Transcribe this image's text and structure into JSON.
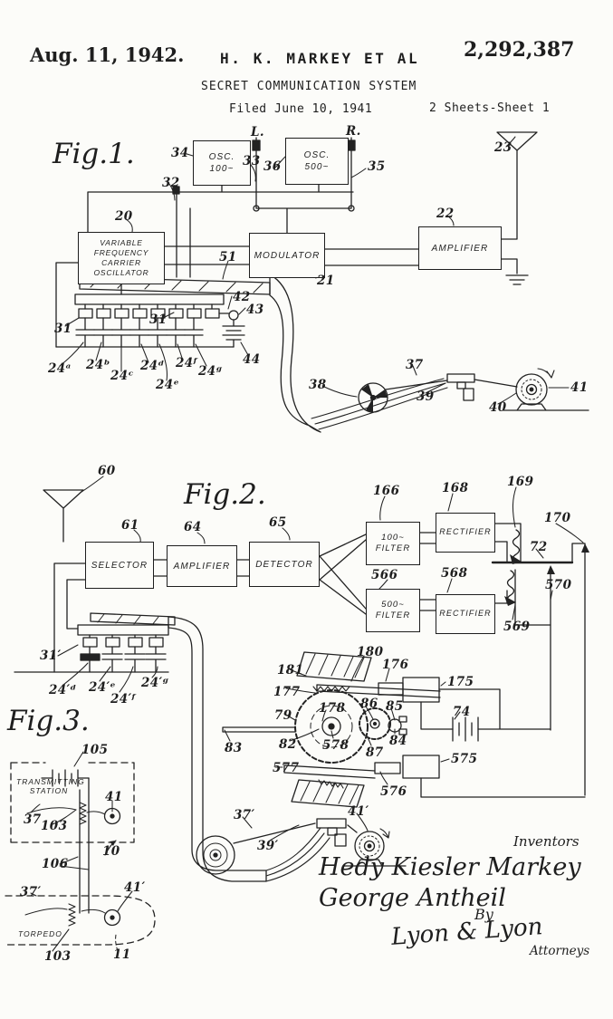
{
  "header": {
    "date": "Aug. 11, 1942.",
    "author": "H. K. MARKEY ET AL",
    "patent_number": "2,292,387",
    "title": "SECRET COMMUNICATION SYSTEM",
    "filed": "Filed June 10, 1941",
    "sheet": "2 Sheets-Sheet 1"
  },
  "fig1": {
    "caption": "Fig.1.",
    "switch_left": "L.",
    "switch_right": "R.",
    "boxes": {
      "osc100": "OSC.\n100~",
      "osc500": "OSC.\n500~",
      "vfco": "VARIABLE\nFREQUENCY\nCARRIER\nOSCILLATOR",
      "modulator": "MODULATOR",
      "amplifier": "AMPLIFIER"
    },
    "ref": {
      "20": "20",
      "21": "21",
      "22": "22",
      "23": "23",
      "31": "31",
      "31b": "31",
      "32": "32",
      "33": "33",
      "34": "34",
      "35": "35",
      "36": "36",
      "37": "37",
      "38": "38",
      "39": "39",
      "40": "40",
      "41": "41",
      "42": "42",
      "43": "43",
      "44": "44",
      "51": "51",
      "24a": "24ᵃ",
      "24b": "24ᵇ",
      "24c": "24ᶜ",
      "24d": "24ᵈ",
      "24e": "24ᵉ",
      "24f": "24ᶠ",
      "24g": "24ᵍ"
    }
  },
  "fig2": {
    "caption": "Fig.2.",
    "boxes": {
      "selector": "SELECTOR",
      "amplifier": "AMPLIFIER",
      "detector": "DETECTOR",
      "filter100": "100~\nFILTER",
      "rectifier1": "RECTIFIER",
      "filter500": "500~\nFILTER",
      "rectifier2": "RECTIFIER"
    },
    "ref": {
      "60": "60",
      "61": "61",
      "64": "64",
      "65": "65",
      "72": "72",
      "74": "74",
      "79": "79",
      "82": "82",
      "83": "83",
      "84": "84",
      "85": "85",
      "86": "86",
      "87": "87",
      "166": "166",
      "168": "168",
      "169": "169",
      "170": "170",
      "175": "175",
      "176": "176",
      "177": "177",
      "178": "178",
      "180": "180",
      "181": "181",
      "566": "566",
      "568": "568",
      "569": "569",
      "570": "570",
      "575": "575",
      "576": "576",
      "577": "577",
      "578": "578",
      "31p": "31′",
      "24pd": "24′ᵈ",
      "24pe": "24′ᵉ",
      "24pf": "24′ᶠ",
      "24pg": "24′ᵍ",
      "37p": "37′",
      "39p": "39′",
      "41p": "41′"
    }
  },
  "fig3": {
    "caption": "Fig.3.",
    "station_label": "TRANSMITTING\nSTATION",
    "torpedo_label": "TORPEDO",
    "ref": {
      "10": "10",
      "11": "11",
      "37": "37",
      "41": "41",
      "103a": "103",
      "103b": "103",
      "105": "105",
      "106": "106",
      "37p": "37′",
      "41p": "41′"
    }
  },
  "signatures": {
    "inventors_caption": "Inventors",
    "inventor1": "Hedy Kiesler Markey",
    "inventor2": "George Antheil",
    "by": "By",
    "attorney_signature": "Lyon & Lyon",
    "attorneys_caption": "Attorneys"
  }
}
